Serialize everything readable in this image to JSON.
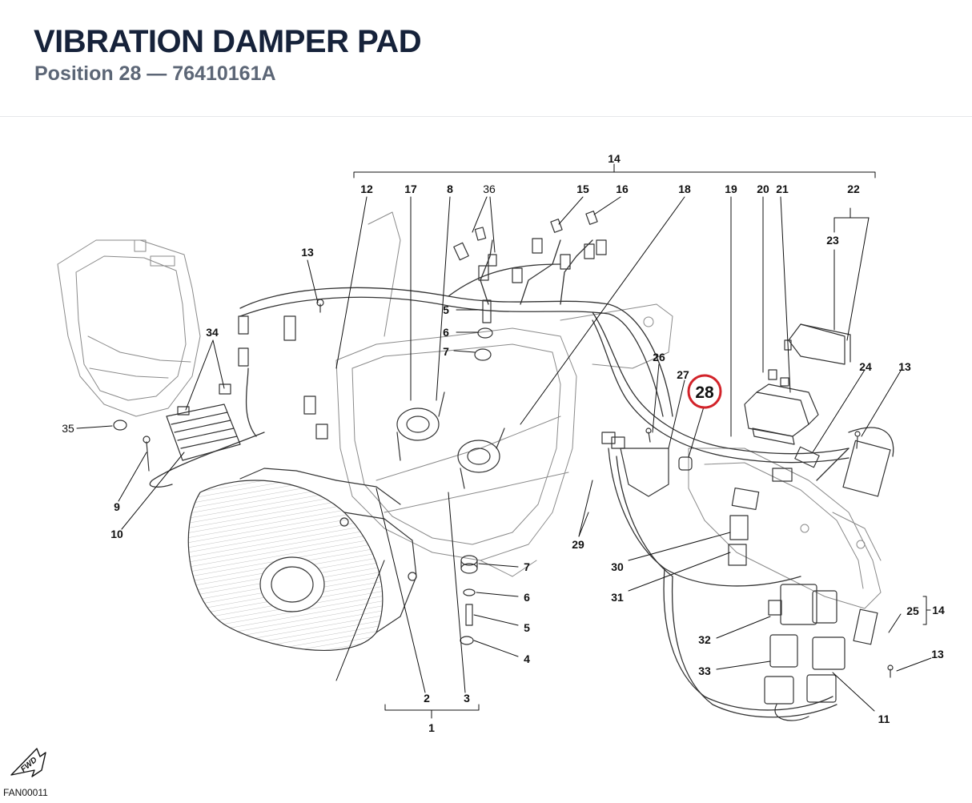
{
  "header": {
    "title": "VIBRATION DAMPER PAD",
    "subtitle": "Position 28 — 76410161A"
  },
  "highlight": {
    "label": "28",
    "color": "#d2232a"
  },
  "callouts": {
    "c1": "1",
    "c2": "2",
    "c3": "3",
    "c4": "4",
    "c5a": "5",
    "c5b": "5",
    "c6a": "6",
    "c6b": "6",
    "c7a": "7",
    "c7b": "7",
    "c8": "8",
    "c9": "9",
    "c10": "10",
    "c11": "11",
    "c12": "12",
    "c13a": "13",
    "c13b": "13",
    "c13c": "13",
    "c14a": "14",
    "c14b": "14",
    "c15": "15",
    "c16": "16",
    "c17": "17",
    "c18": "18",
    "c19": "19",
    "c20": "20",
    "c21": "21",
    "c22": "22",
    "c23": "23",
    "c24": "24",
    "c25": "25",
    "c26": "26",
    "c27": "27",
    "c29": "29",
    "c30": "30",
    "c31": "31",
    "c32": "32",
    "c33": "33",
    "c34": "34",
    "c35": "35",
    "c36": "36"
  },
  "fwd_label": "FWD",
  "drawing_code": "FAN00011"
}
